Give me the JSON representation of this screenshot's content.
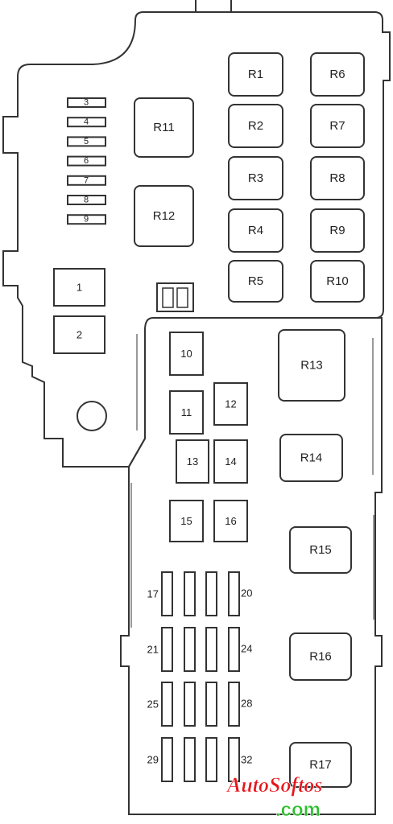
{
  "relays": {
    "r1": "R1",
    "r2": "R2",
    "r3": "R3",
    "r4": "R4",
    "r5": "R5",
    "r6": "R6",
    "r7": "R7",
    "r8": "R8",
    "r9": "R9",
    "r10": "R10",
    "r11": "R11",
    "r12": "R12",
    "r13": "R13",
    "r14": "R14",
    "r15": "R15",
    "r16": "R16",
    "r17": "R17"
  },
  "fuses": {
    "f1": "1",
    "f2": "2",
    "f3": "3",
    "f4": "4",
    "f5": "5",
    "f6": "6",
    "f7": "7",
    "f8": "8",
    "f9": "9",
    "f10": "10",
    "f11": "11",
    "f12": "12",
    "f13": "13",
    "f14": "14",
    "f15": "15",
    "f16": "16",
    "f17": "17",
    "f20": "20",
    "f21": "21",
    "f24": "24",
    "f25": "25",
    "f28": "28",
    "f29": "29",
    "f32": "32"
  },
  "watermark": {
    "brand": "AutoSoftos",
    "domain": ".com"
  },
  "colors": {
    "outline": "#333333",
    "watermark_red": "#e8141b",
    "watermark_green": "#2bbf2b"
  }
}
